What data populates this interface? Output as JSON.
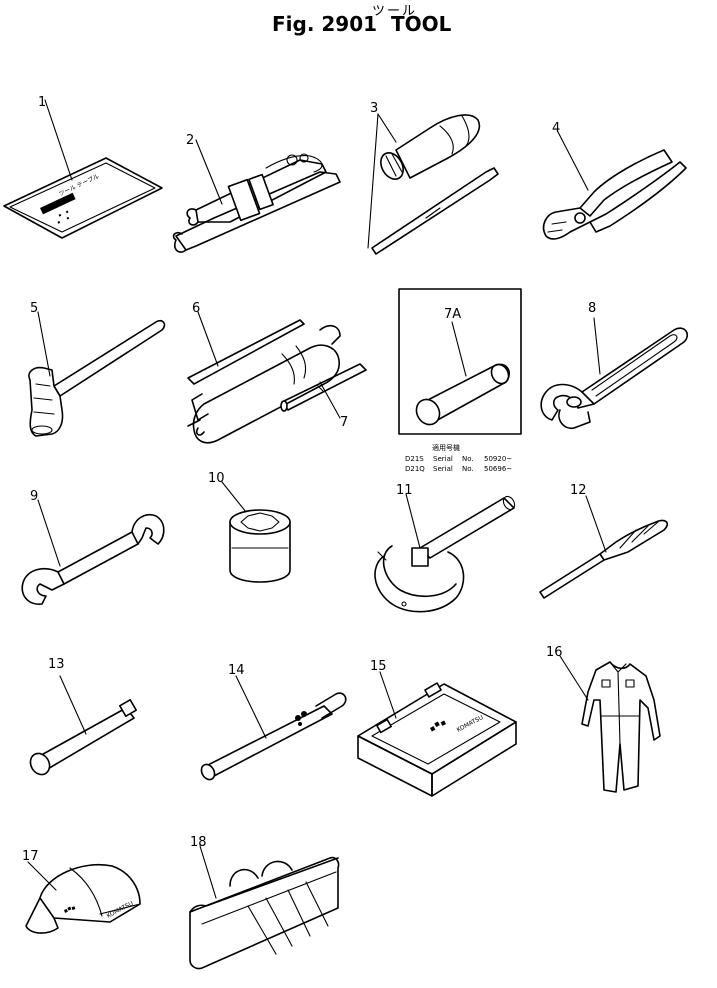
{
  "figure": {
    "title_kana": "ツール",
    "title": "Fig. 2901  TOOL"
  },
  "parts": [
    {
      "no": "1"
    },
    {
      "no": "2"
    },
    {
      "no": "3"
    },
    {
      "no": "4"
    },
    {
      "no": "5"
    },
    {
      "no": "6"
    },
    {
      "no": "7"
    },
    {
      "no": "7A"
    },
    {
      "no": "8"
    },
    {
      "no": "9"
    },
    {
      "no": "10"
    },
    {
      "no": "11"
    },
    {
      "no": "12"
    },
    {
      "no": "13"
    },
    {
      "no": "14"
    },
    {
      "no": "15"
    },
    {
      "no": "16"
    },
    {
      "no": "17"
    },
    {
      "no": "18"
    }
  ],
  "card_text": "ツール テーブル",
  "serial_box": {
    "heading": "適用号機",
    "rows": [
      {
        "model": "D21S",
        "serial_label": "Serial",
        "no_label": "No.",
        "range": "50920~"
      },
      {
        "model": "D21Q",
        "serial_label": "Serial",
        "no_label": "No.",
        "range": "50696~"
      }
    ]
  },
  "markings": {
    "toolbox": "KOMATSU",
    "cap": "KOMATSU"
  }
}
